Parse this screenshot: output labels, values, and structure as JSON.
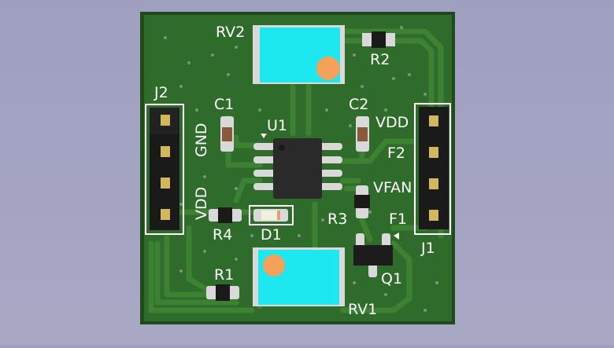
{
  "viewer": {
    "background_top": "#9fa0c0",
    "background_bottom": "#a9a8c4"
  },
  "board": {
    "soldermask_color": "#2f6b2a",
    "edge_color": "#1f4a1c",
    "track_color": "#3c7f33",
    "silkscreen_color": "#ffffff",
    "pad_color": "#d9d9d9",
    "connector_body_color": "#1a1a1a",
    "trimmer_body_color": "#1ee8ef",
    "trimmer_knob_color": "#f5a15a"
  },
  "labels": {
    "rv2": "RV2",
    "r2": "R2",
    "j2": "J2",
    "c1": "C1",
    "u1": "U1",
    "c2": "C2",
    "gnd": "GND",
    "vdd_left": "VDD",
    "vdd_right": "VDD",
    "f2": "F2",
    "vfan": "VFAN",
    "f1": "F1",
    "r3": "R3",
    "r4": "R4",
    "d1": "D1",
    "j1": "J1",
    "r1": "R1",
    "q1": "Q1",
    "rv1": "RV1"
  }
}
